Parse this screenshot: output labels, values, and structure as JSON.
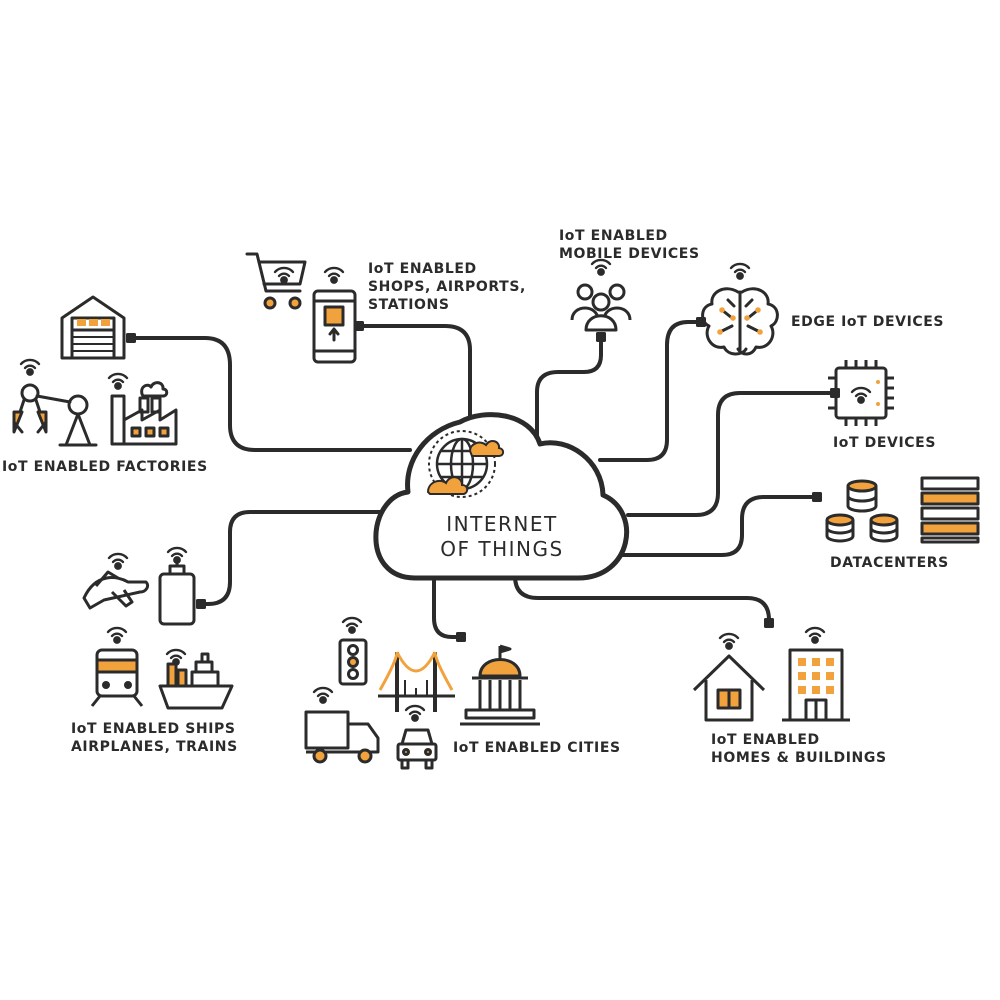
{
  "center": {
    "line1": "INTERNET",
    "line2": "OF THINGS"
  },
  "labels": {
    "factories": [
      "IoT ENABLED FACTORIES"
    ],
    "shops": [
      "IoT ENABLED",
      "SHOPS, AIRPORTS,",
      "STATIONS"
    ],
    "mobile": [
      "IoT ENABLED",
      "MOBILE DEVICES"
    ],
    "edge": [
      "EDGE IoT DEVICES"
    ],
    "iot_devices": [
      "IoT DEVICES"
    ],
    "datacenters": [
      "DATACENTERS"
    ],
    "transport": [
      "IoT ENABLED SHIPS",
      "AIRPLANES, TRAINS"
    ],
    "cities": [
      "IoT ENABLED CITIES"
    ],
    "homes": [
      "IoT ENABLED",
      "HOMES & BUILDINGS"
    ]
  },
  "colors": {
    "stroke": "#2b2b2b",
    "accent": "#f2a23c"
  },
  "icons": [
    "factory-building-icon",
    "robot-arm-icon",
    "industrial-plant-icon",
    "shopping-cart-icon",
    "smartphone-icon",
    "people-group-icon",
    "brain-icon",
    "chip-icon",
    "database-icon",
    "server-rack-icon",
    "airplane-icon",
    "luggage-icon",
    "train-icon",
    "ship-icon",
    "traffic-light-icon",
    "bridge-icon",
    "capitol-icon",
    "truck-icon",
    "car-icon",
    "house-icon",
    "office-building-icon",
    "globe-icon",
    "wifi-icon"
  ]
}
